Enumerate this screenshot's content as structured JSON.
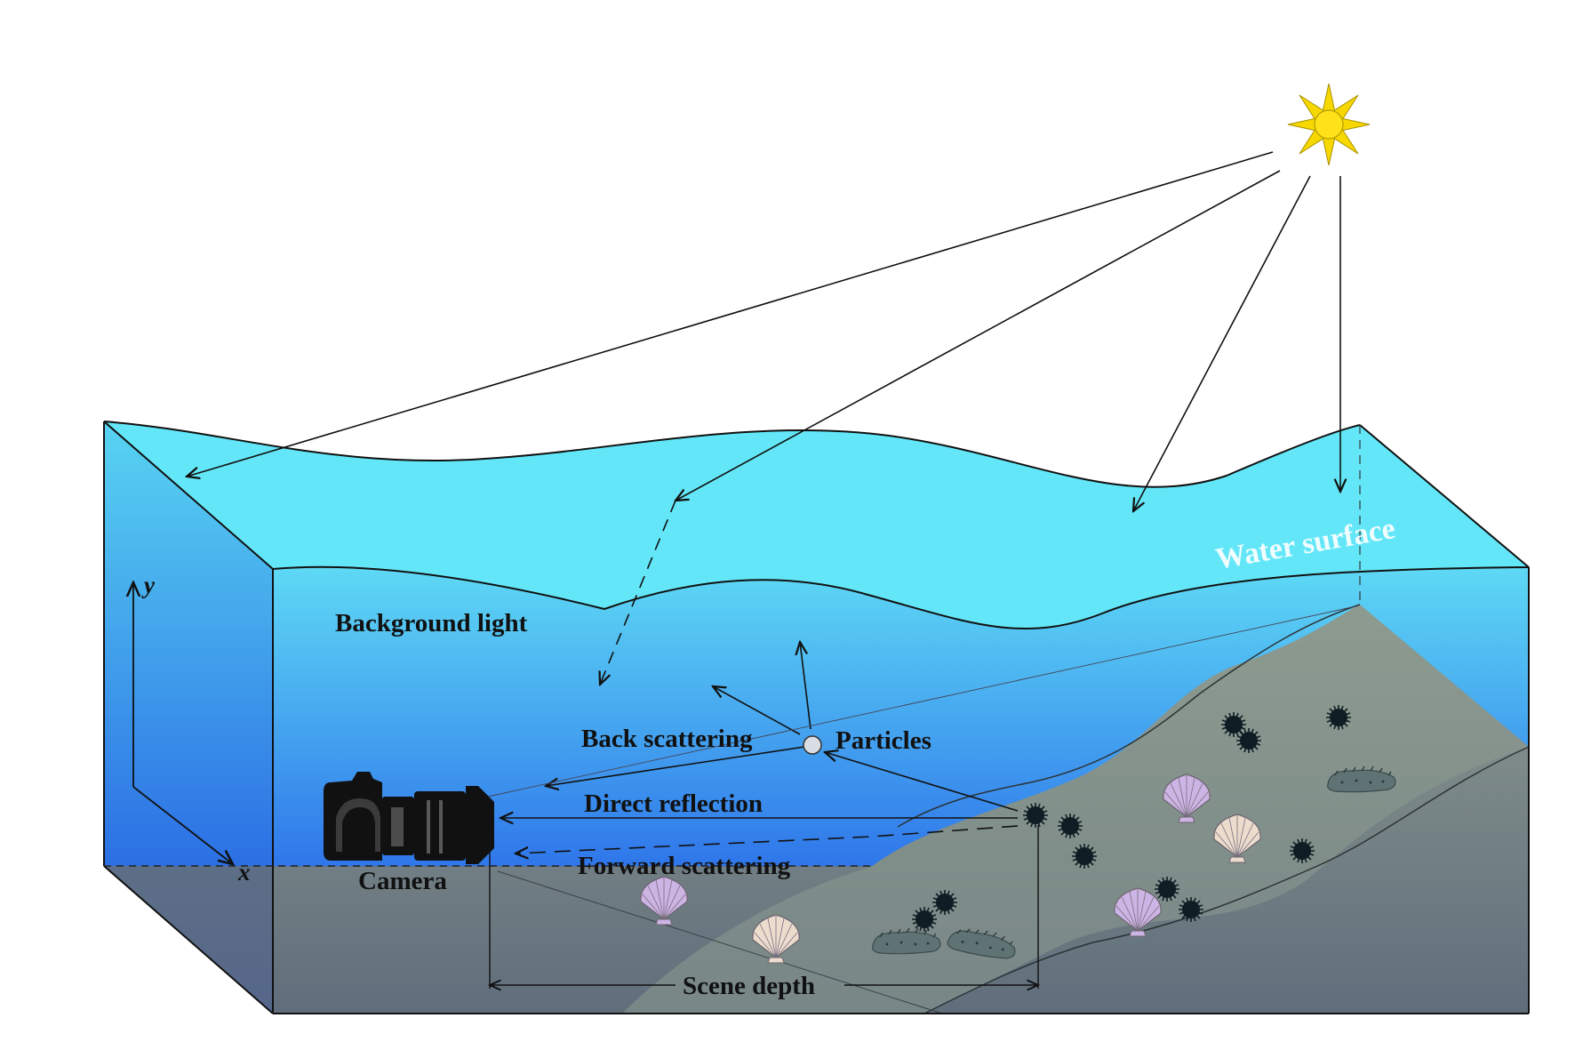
{
  "labels": {
    "water_surface": "Water surface",
    "background_light": "Background light",
    "back_scattering": "Back scattering",
    "particles": "Particles",
    "direct_reflection": "Direct reflection",
    "forward_scattering": "Forward scattering",
    "camera": "Camera",
    "scene_depth": "Scene depth",
    "axis_x": "x",
    "axis_y": "y"
  },
  "colors": {
    "water_top": "#62e6f7",
    "water_front_top": "#5ed7f5",
    "water_front_bottom": "#2f77ea",
    "seabed_light": "#8c9a8f",
    "seabed_dark": "#5d6c79",
    "floor_front": "#5a6a8a",
    "sun": "#ffe21a",
    "sun_ray": "#f2d200",
    "urchin": "#102027",
    "scallop_pink": "#cfb6e6",
    "scallop_beige": "#ecdccd",
    "sea_cucumber": "#5e7274",
    "camera": "#111111"
  },
  "icons": [
    "sun-icon",
    "camera-icon",
    "sea-urchin-icon",
    "scallop-icon",
    "sea-cucumber-icon",
    "particle-icon"
  ]
}
